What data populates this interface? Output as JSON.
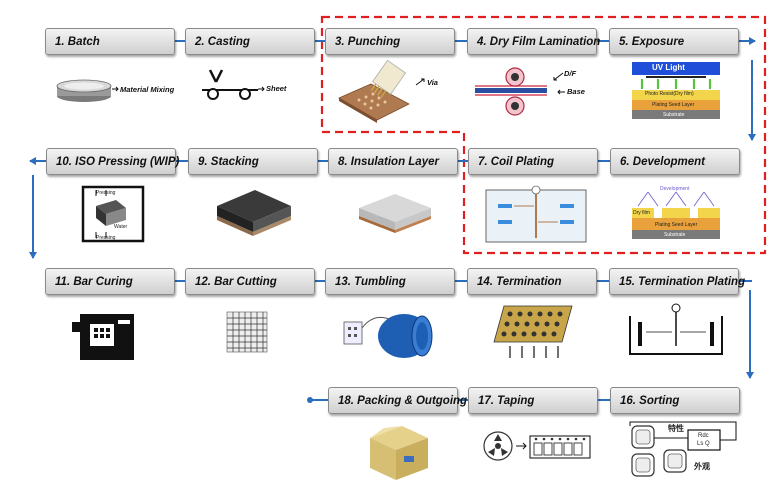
{
  "steps": {
    "s1": "1. Batch",
    "s2": "2. Casting",
    "s3": "3. Punching",
    "s4": "4. Dry Film Lamination",
    "s5": "5. Exposure",
    "s6": "6. Development",
    "s7": "7. Coil Plating",
    "s8": "8. Insulation Layer",
    "s9": "9. Stacking",
    "s10": "10. ISO Pressing (WIP)",
    "s11": "11. Bar Curing",
    "s12": "12. Bar Cutting",
    "s13": "13. Tumbling",
    "s14": "14. Termination",
    "s15": "15. Termination Plating",
    "s16": "16. Sorting",
    "s17": "17. Taping",
    "s18": "18. Packing & Outgoing"
  },
  "captions": {
    "material_mixing": "Material Mixing",
    "sheet": "Sheet",
    "via": "Via",
    "df": "D/F",
    "base": "Base",
    "uv_light": "UV Light",
    "photo_resist": "Photo Resist(Dry film)",
    "plating_seed": "Plating Seed Layer",
    "substrate": "Substrate",
    "dev_top": "Development",
    "dry_film": "Dry film",
    "pressing_top": "Pressing",
    "water": "Water",
    "pressing_bottom": "Pressing",
    "char": "特性",
    "char_box_1": "Rdc",
    "char_box_2": "Ls Q",
    "appearance": "外观"
  },
  "colors": {
    "step_border": "#8a8a8a",
    "connector": "#2a6ebd",
    "highlight_dash": "#e02020",
    "tumbler_blue": "#1e5fb4",
    "pcb_tan": "#b07a50",
    "uv_band": "#1f4fd8",
    "layer_yellow": "#f2d54a",
    "layer_orange": "#e9a23b"
  }
}
